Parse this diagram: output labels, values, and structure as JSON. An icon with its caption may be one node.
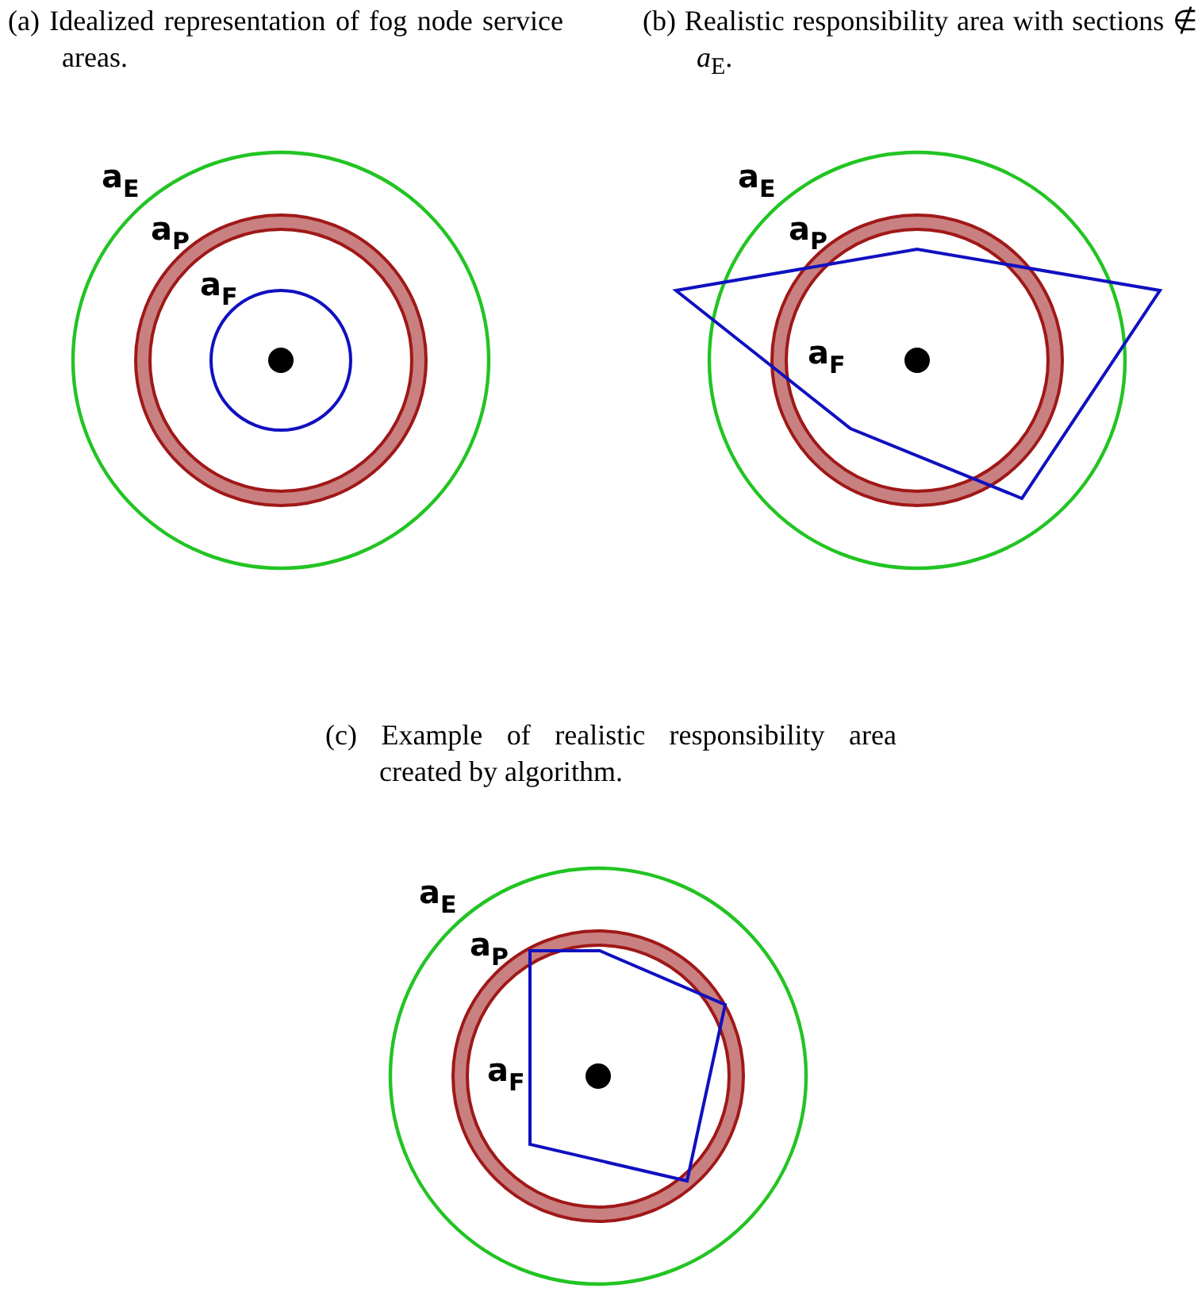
{
  "diagram": {
    "labels": [
      "(a) Idealized representation of fog node service areas.",
      "(b) Realistic responsibility area with sections ∉ *a*$_{E}$.",
      "a$_{E}$",
      "a$_{P}$",
      "a$_{F}$",
      "a$_{E}$",
      "a$_{P}$",
      "a$_{F}$",
      "(c) Example of realistic responsibility area created by algorithm.",
      "a$_{E}$",
      "a$_{P}$",
      "a$_{F}$"
    ]
  }
}
